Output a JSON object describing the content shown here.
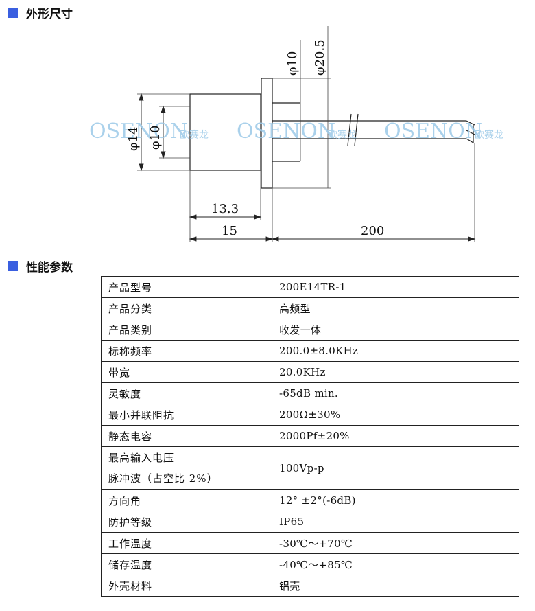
{
  "colors": {
    "marker": "#3a5fe0",
    "watermark": "#9cc9e8",
    "line": "#222222"
  },
  "dimension_section": {
    "title": "外形尺寸",
    "labels": {
      "d_body_inner_top": "φ10",
      "d_flange": "φ20.5",
      "d_body_outer_left": "φ14",
      "d_body_inner_left": "φ10",
      "len_body": "13.3",
      "len_total": "15",
      "len_wire": "200"
    },
    "watermark": {
      "text1": "OSENON",
      "cn1": "欧赛龙",
      "text2": "OSENON",
      "cn2": "欧赛龙",
      "text3": "OSENON",
      "cn3": "欧赛龙"
    }
  },
  "performance_section": {
    "title": "性能参数",
    "rows": [
      {
        "name": "产品型号",
        "value": "200E14TR-1"
      },
      {
        "name": "产品分类",
        "value": "高频型"
      },
      {
        "name": "产品类别",
        "value": "收发一体"
      },
      {
        "name": "标称频率",
        "value": "200.0±8.0KHz"
      },
      {
        "name": "带宽",
        "value": "20.0KHz"
      },
      {
        "name": "灵敏度",
        "value": "-65dB min."
      },
      {
        "name": "最小并联阻抗",
        "value": "200Ω±30%"
      },
      {
        "name": "静态电容",
        "value": "2000Pf±20%"
      },
      {
        "name_line1": "最高输入电压",
        "name_line2": "脉冲波（占空比 2%）",
        "value": "100Vp-p"
      },
      {
        "name": "方向角",
        "value": "12° ±2°(-6dB)"
      },
      {
        "name": "防护等级",
        "value": "IP65"
      },
      {
        "name": "工作温度",
        "value": "-30℃～+70℃"
      },
      {
        "name": "储存温度",
        "value": "-40℃～+85℃"
      },
      {
        "name": "外壳材料",
        "value": "铝壳"
      }
    ]
  }
}
